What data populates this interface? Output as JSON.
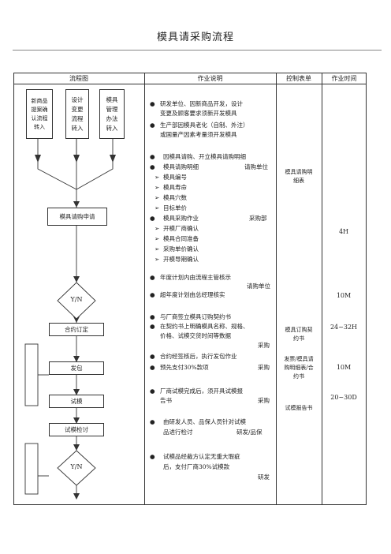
{
  "title": "模具请采购流程",
  "headers": {
    "flow": "流程图",
    "desc": "作业说明",
    "control": "控制表单",
    "time": "作业时间"
  },
  "flow": {
    "source1": "新商品\n提案确\n认流程\n转入",
    "source2": "设计\n变更\n流程\n转入",
    "source3": "模具\n管理\n办法\n转入",
    "request": "模具请购申请",
    "decision1": "Y/N",
    "contract": "合约订定",
    "dispatch": "发包",
    "trial": "试模",
    "inspect": "试模检讨",
    "decision2": "Y/N"
  },
  "desc": {
    "b1_l1": "研发单位、因新商品开发，设计",
    "b1_l2": "变更及顾客要求须新开发模具",
    "b2_l1": "生产部因模具老化（自制、外注）",
    "b2_l2": "或国量产因素考量须开发模具",
    "b3": "因模具请购、开立模具请购明细",
    "b4": "模具请购明细",
    "b4_unit": "请购单位",
    "s1": "模具编号",
    "s2": "模具寿命",
    "s3": "模具穴数",
    "s4": "目标单价",
    "b5": "模具采购作业",
    "b5_unit": "采购部",
    "s5": "开模厂商确认",
    "s6": "模具合同准备",
    "s7": "采购单价确认",
    "s8": "开模导期确认",
    "b6": "年度计划内由流程主管核示",
    "b6_unit": "请购单位",
    "b7": "超年度计划由总经理核实",
    "b8": "与厂商签立模具订购契约书",
    "b9_l1": "在契约书上明确模具名称、规格、",
    "b9_l2": "价格、试模交货时间等数据",
    "b9_unit": "采购",
    "b10": "合约经签核后，执行发包作业",
    "b11": "预先支付30%款项",
    "b11_unit": "采购",
    "b12_l1": "厂商试模完成后，须开具试模报",
    "b12_l2": "告书",
    "b12_unit": "采购",
    "b13_l1": "由研发人员、品保人员针对试模",
    "b13_l2": "品进行检讨",
    "b13_unit": "研发/品保",
    "b14_l1": "试模品经裁方认定无重大瑕疵",
    "b14_l2": "后，支付厂商30%试模款",
    "b14_unit": "研发"
  },
  "control": {
    "c1": "模具请购明\n细表",
    "c2": "模具订购契\n约书",
    "c3": "发票/模具请\n购明细表/合\n约书",
    "c4": "试模报告书"
  },
  "time": {
    "t1": "4H",
    "t2": "10M",
    "t3": "24~32H",
    "t4": "10M",
    "t5": "20~30D"
  }
}
